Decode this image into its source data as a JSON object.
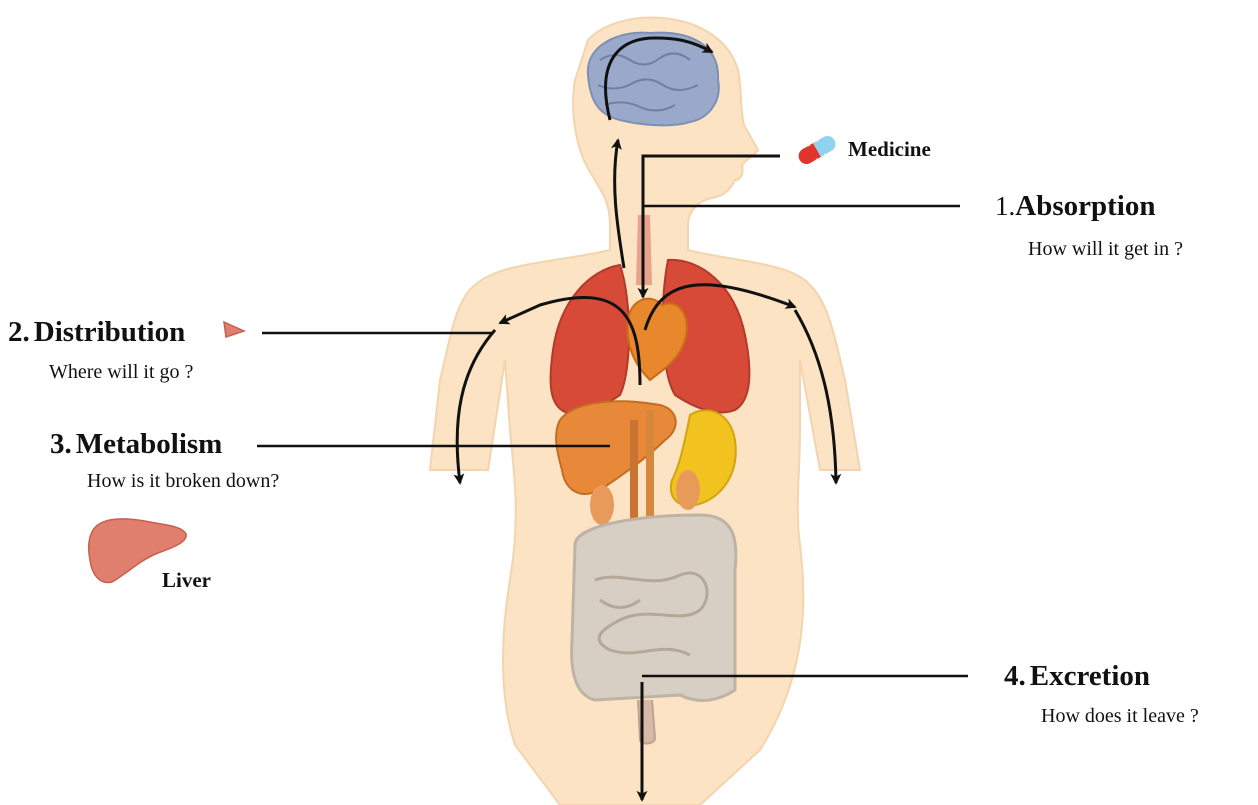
{
  "medicine_label": "Medicine",
  "liver_label": "Liver",
  "stages": [
    {
      "number": "1.",
      "title": "Absorption",
      "question": "How will it get in ?"
    },
    {
      "number": "2.",
      "title": "Distribution",
      "question": "Where will it go ?"
    },
    {
      "number": "3.",
      "title": "Metabolism",
      "question": "How is it broken down?"
    },
    {
      "number": "4.",
      "title": "Excretion",
      "question": "How does it leave ?"
    }
  ],
  "colors": {
    "skin": "#fbe3c4",
    "brain": "#9aa9c9",
    "lungs": "#d84a38",
    "heart": "#e9872c",
    "liver": "#e8893a",
    "stomach": "#f2c21e",
    "intestine": "#d8cfc4",
    "arrows": "#111111",
    "liver_icon": "#e07f6d"
  }
}
